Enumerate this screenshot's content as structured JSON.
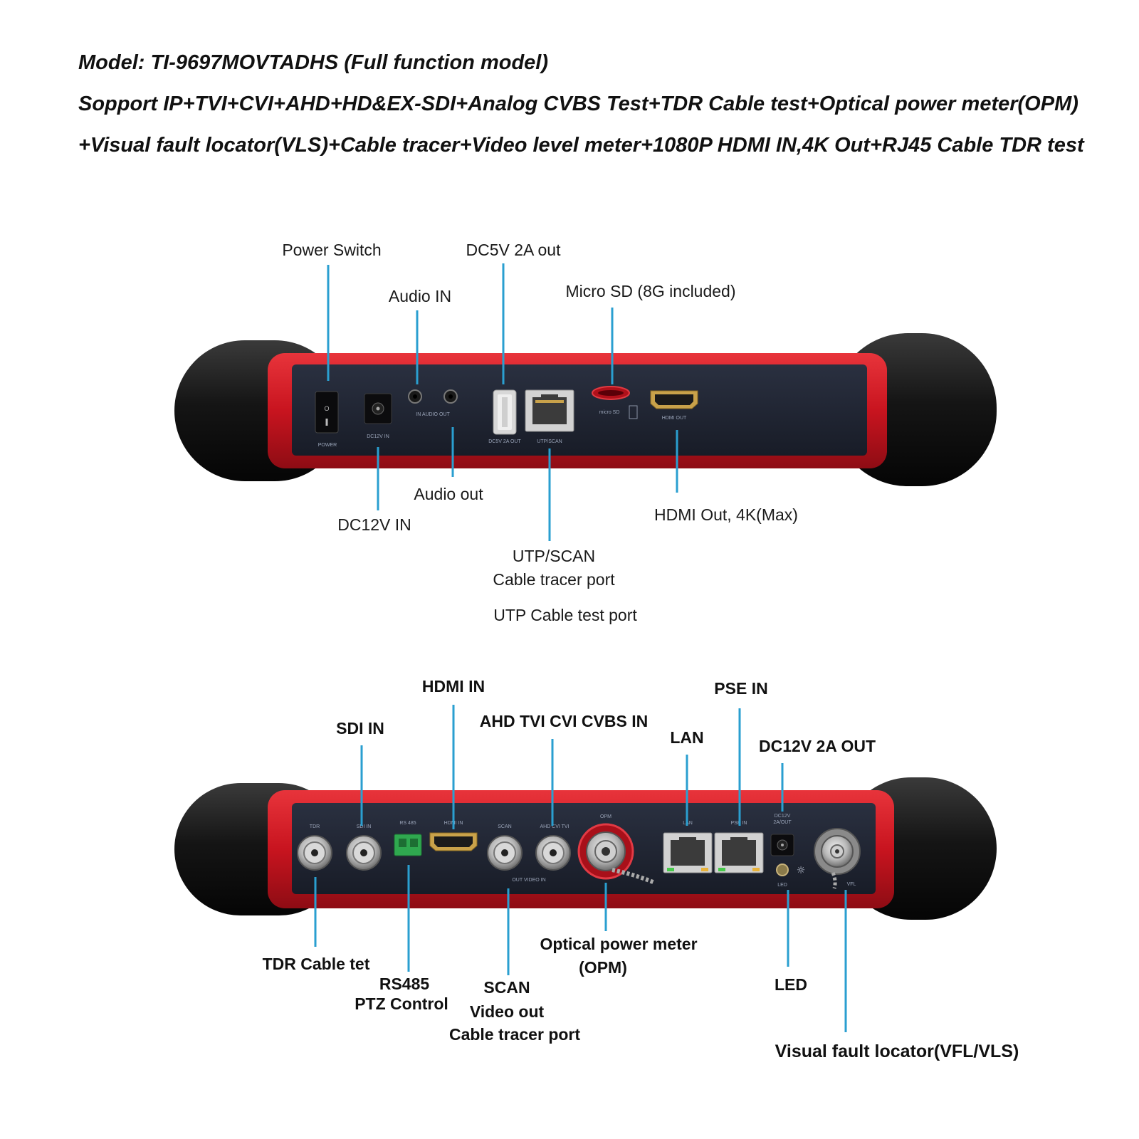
{
  "header": {
    "model": "Model: TI-9697MOVTADHS  (Full function model)",
    "line2": "Sopport IP+TVI+CVI+AHD+HD&EX-SDI+Analog CVBS Test+TDR Cable test+Optical power meter(OPM)",
    "line3": "+Visual fault locator(VLS)+Cable tracer+Video level meter+1080P HDMI IN,4K Out+RJ45 Cable TDR test"
  },
  "top_panel": {
    "callouts": {
      "power_switch": "Power Switch",
      "audio_in": "Audio IN",
      "dc5v": "DC5V 2A out",
      "micro_sd": "Micro SD (8G included)",
      "dc12v_in": "DC12V IN",
      "audio_out": "Audio out",
      "hdmi_out": "HDMI Out, 4K(Max)",
      "utp_line1": "UTP/SCAN",
      "utp_line2": "Cable tracer port",
      "utp_line3": "UTP Cable test port"
    },
    "printed": {
      "power": "POWER",
      "dc12v": "DC12V IN",
      "audio": "IN  AUDIO  OUT",
      "dc5v": "DC5V 2A OUT",
      "utp": "UTP/SCAN",
      "microsd": "micro SD",
      "hdmi": "HDMI OUT"
    }
  },
  "bottom_panel": {
    "callouts": {
      "hdmi_in": "HDMI IN",
      "pse_in": "PSE IN",
      "sdi_in": "SDI IN",
      "ahd": "AHD TVI CVI CVBS IN",
      "lan": "LAN",
      "dc12v_out": "DC12V 2A OUT",
      "tdr": "TDR Cable tet",
      "rs485_line1": "RS485",
      "rs485_line2": "PTZ Control",
      "scan_line1": "SCAN",
      "scan_line2": "Video out",
      "scan_line3": "Cable tracer port",
      "opm_line1": "Optical power meter",
      "opm_line2": "(OPM)",
      "led": "LED",
      "vfl": "Visual fault locator(VFL/VLS)"
    },
    "printed": {
      "tdr": "TDR",
      "sdi": "SDI IN",
      "rs485": "RS 485",
      "hdmi": "HDMI IN",
      "scan": "SCAN",
      "ahd": "AHD  CVI  TVI",
      "opm": "OPM",
      "lan": "LAN",
      "pse": "PSE IN",
      "dc12v_1": "DC12V",
      "dc12v_2": "2A/OUT",
      "video": "OUT  VIDEO  IN",
      "led": "LED",
      "vfl": "VFL"
    }
  },
  "colors": {
    "callout_line": "#2a9fd0",
    "body_red": "#c8141f",
    "panel": "#1e2330",
    "bumper": "#151515"
  }
}
